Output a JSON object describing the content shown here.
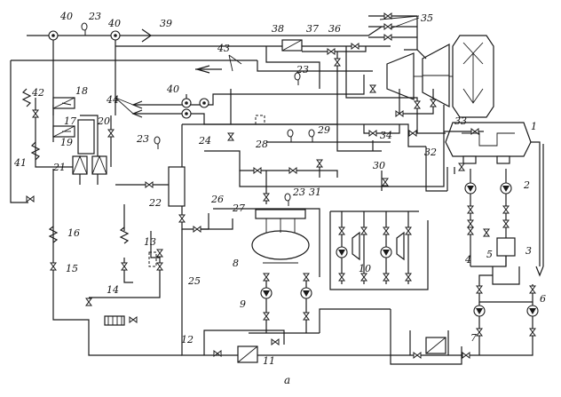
{
  "caption": "а",
  "labels": [
    {
      "id": "l40a",
      "text": "40"
    },
    {
      "id": "l23a",
      "text": "23"
    },
    {
      "id": "l40b",
      "text": "40"
    },
    {
      "id": "l39",
      "text": "39"
    },
    {
      "id": "l38",
      "text": "38"
    },
    {
      "id": "l37",
      "text": "37"
    },
    {
      "id": "l36",
      "text": "36"
    },
    {
      "id": "l35",
      "text": "35"
    },
    {
      "id": "l43",
      "text": "43"
    },
    {
      "id": "l23b",
      "text": "23"
    },
    {
      "id": "l40c",
      "text": "40"
    },
    {
      "id": "l44",
      "text": "44"
    },
    {
      "id": "l42",
      "text": "42"
    },
    {
      "id": "l18",
      "text": "18"
    },
    {
      "id": "l17",
      "text": "17"
    },
    {
      "id": "l20",
      "text": "20"
    },
    {
      "id": "l19",
      "text": "19"
    },
    {
      "id": "l23c",
      "text": "23"
    },
    {
      "id": "l21",
      "text": "21"
    },
    {
      "id": "l41",
      "text": "41"
    },
    {
      "id": "l24",
      "text": "24"
    },
    {
      "id": "l28",
      "text": "28"
    },
    {
      "id": "l29",
      "text": "29"
    },
    {
      "id": "l34",
      "text": "34"
    },
    {
      "id": "l33",
      "text": "33"
    },
    {
      "id": "l1",
      "text": "1"
    },
    {
      "id": "l32",
      "text": "32"
    },
    {
      "id": "l30",
      "text": "30"
    },
    {
      "id": "l2",
      "text": "2"
    },
    {
      "id": "l31",
      "text": "31"
    },
    {
      "id": "l22",
      "text": "22"
    },
    {
      "id": "l26",
      "text": "26"
    },
    {
      "id": "l23d",
      "text": "23"
    },
    {
      "id": "l27",
      "text": "27"
    },
    {
      "id": "l16",
      "text": "16"
    },
    {
      "id": "l13",
      "text": "13"
    },
    {
      "id": "l8",
      "text": "8"
    },
    {
      "id": "l10",
      "text": "10"
    },
    {
      "id": "l4",
      "text": "4"
    },
    {
      "id": "l5",
      "text": "5"
    },
    {
      "id": "l3",
      "text": "3"
    },
    {
      "id": "l15",
      "text": "15"
    },
    {
      "id": "l14",
      "text": "14"
    },
    {
      "id": "l25",
      "text": "25"
    },
    {
      "id": "l9",
      "text": "9"
    },
    {
      "id": "l6",
      "text": "6"
    },
    {
      "id": "l12",
      "text": "12"
    },
    {
      "id": "l7",
      "text": "7"
    },
    {
      "id": "l11",
      "text": "11"
    }
  ]
}
